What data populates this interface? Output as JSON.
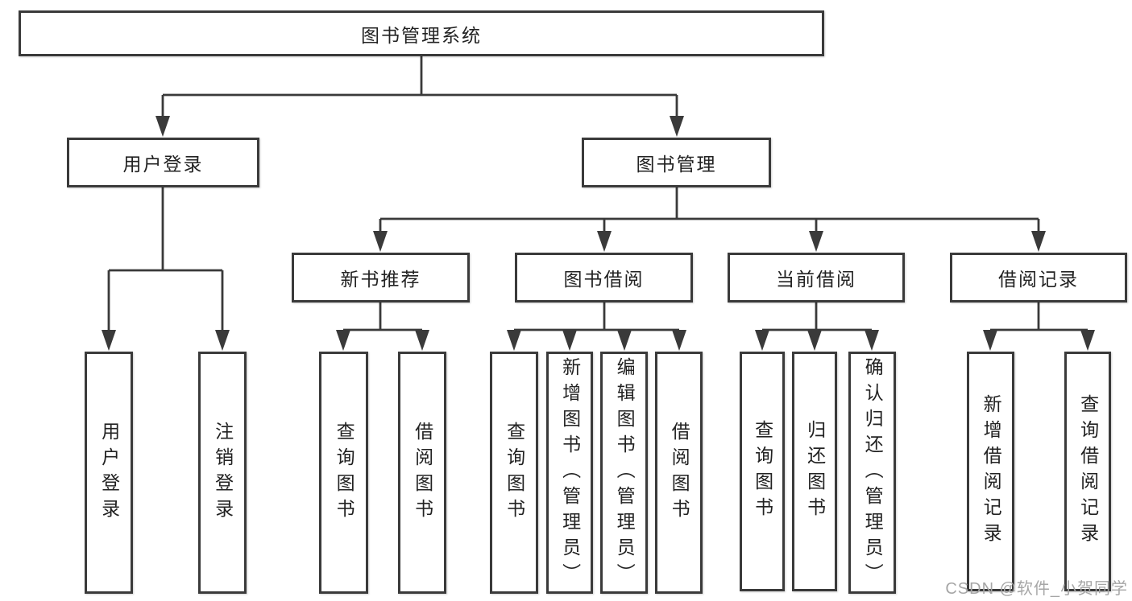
{
  "diagram_title": "图书管理系统",
  "nodes": {
    "root": {
      "label": "图书管理系统"
    },
    "level2": [
      {
        "id": "user-login",
        "label": "用户登录"
      },
      {
        "id": "book-management",
        "label": "图书管理"
      }
    ],
    "level3": [
      {
        "id": "new-book-recommend",
        "label": "新书推荐",
        "parent": "图书管理"
      },
      {
        "id": "book-borrowing",
        "label": "图书借阅",
        "parent": "图书管理"
      },
      {
        "id": "current-borrowing",
        "label": "当前借阅",
        "parent": "图书管理"
      },
      {
        "id": "borrowing-records",
        "label": "借阅记录",
        "parent": "图书管理"
      }
    ],
    "leaves": [
      {
        "id": "user-login-leaf",
        "label": "用户登录",
        "parent": "用户登录"
      },
      {
        "id": "logout-leaf",
        "label": "注销登录",
        "parent": "用户登录"
      },
      {
        "id": "query-books-recommend",
        "label": "查询图书",
        "parent": "新书推荐"
      },
      {
        "id": "borrow-books-recommend",
        "label": "借阅图书",
        "parent": "新书推荐"
      },
      {
        "id": "query-books-borrow",
        "label": "查询图书",
        "parent": "图书借阅"
      },
      {
        "id": "add-books-admin",
        "label": "新增图书（管理员）",
        "parent": "图书借阅"
      },
      {
        "id": "edit-books-admin",
        "label": "编辑图书（管理员）",
        "parent": "图书借阅"
      },
      {
        "id": "borrow-books",
        "label": "借阅图书",
        "parent": "图书借阅"
      },
      {
        "id": "query-books-current",
        "label": "查询图书",
        "parent": "当前借阅"
      },
      {
        "id": "return-books",
        "label": "归还图书",
        "parent": "当前借阅"
      },
      {
        "id": "confirm-return-admin",
        "label": "确认归还（管理员）",
        "parent": "当前借阅"
      },
      {
        "id": "add-borrow-record",
        "label": "新增借阅记录",
        "parent": "借阅记录"
      },
      {
        "id": "query-borrow-record",
        "label": "查询借阅记录",
        "parent": "借阅记录"
      }
    ]
  },
  "watermark": {
    "text": "CSDN @软件_小贺同学"
  },
  "colors": {
    "line": "#3a3a3a",
    "box_border": "#3a3a3a",
    "text": "#222222",
    "watermark": "#a6a6a6",
    "background": "#ffffff"
  }
}
